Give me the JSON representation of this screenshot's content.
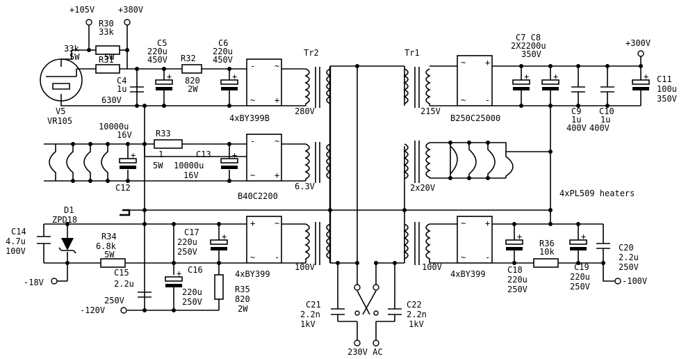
{
  "labels": {
    "v105": "+105V",
    "v380": "+380V",
    "r30_name": "R30",
    "r30_val": "33k",
    "r30_w": "5W",
    "r31_name": "R31",
    "r31_left_a": "33k",
    "r31_left_b": "5W",
    "c5_name": "C5",
    "c5_val": "220u",
    "c5_v": "450V",
    "r32_name": "R32",
    "r32_val": "820",
    "r32_w": "2W",
    "c6_name": "C6",
    "c6_val": "220u",
    "c6_v": "450V",
    "tr2": "Tr2",
    "tr1": "Tr1",
    "c7c8_name": "C7  C8",
    "c7c8_val": "2X2200u",
    "c7c8_v": "350V",
    "v300": "+300V",
    "c4_name": "C4",
    "c4_val": "1u",
    "c4_v": "630V",
    "c11_name": "C11",
    "c11_val": "100u",
    "c11_v": "350V",
    "v5_name": "V5",
    "v5_type": "VR105",
    "bridge1": "4xBY399B",
    "v280": "280V",
    "v215": "215V",
    "bridge2": "B250C25000",
    "c9_name": "C9",
    "c9_val": "1u",
    "c9_v": "400V",
    "c10_name": "C10",
    "c10_val": "1u",
    "c10_v": "400V",
    "c12_top_val": "10000u",
    "c12_top_v": "16V",
    "r33_name": "R33",
    "r33_val": "1",
    "r33_w": "5W",
    "c13_name": "C13",
    "c13_val": "10000u",
    "c13_v": "16V",
    "c12_name": "C12",
    "bridge3": "B40C2200",
    "v63": "6.3V",
    "v2x20": "2x20V",
    "pl509": "4xPL509 heaters",
    "d1_name": "D1",
    "d1_type": "ZPD18",
    "c14_name": "C14",
    "c14_val": "4.7u",
    "c14_v": "100V",
    "r34_name": "R34",
    "r34_val": "6.8k",
    "r34_w": "5W",
    "c17_name": "C17",
    "c17_val": "220u",
    "c17_v": "250V",
    "bridge4": "4xBY399",
    "bridge5": "4xBY399",
    "r36_name": "R36",
    "r36_val": "10k",
    "c20_name": "C20",
    "c20_val": "2.2u",
    "c20_v": "250V",
    "v18": "-18V",
    "c15_name": "C15",
    "c15_val": "2.2u",
    "c16_name": "C16",
    "c16_val": "220u",
    "c16_v": "250V",
    "v100a": "100V",
    "v100b": "100V",
    "c18_name": "C18",
    "c18_val": "220u",
    "c18_v": "250V",
    "c19_name": "C19",
    "c19_val": "220u",
    "c19_v": "250V",
    "vneg100": "-100V",
    "c15_v": "250V",
    "r35_name": "R35",
    "r35_val": "820",
    "r35_w": "2W",
    "vneg120": "-120V",
    "c21_name": "C21",
    "c21_val": "2.2n",
    "c21_v": "1kV",
    "c22_name": "C22",
    "c22_val": "2.2n",
    "c22_v": "1kV",
    "ac": "230V  AC"
  }
}
